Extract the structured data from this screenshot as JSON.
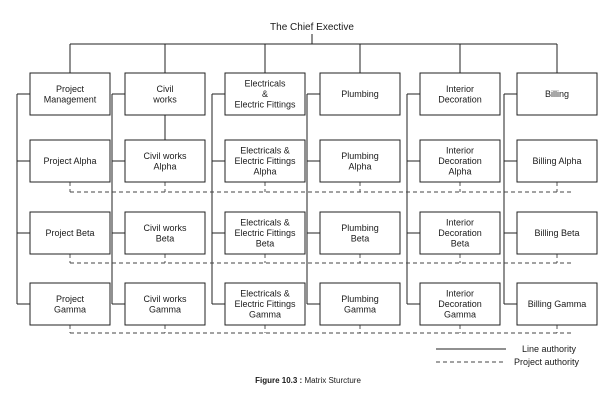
{
  "top": {
    "label": "The Chief Exective"
  },
  "columns": [
    {
      "header": [
        "Project",
        "Management"
      ],
      "rows": [
        [
          "Project Alpha"
        ],
        [
          "Project Beta"
        ],
        [
          "Project",
          "Gamma"
        ]
      ]
    },
    {
      "header": [
        "Civil",
        "works"
      ],
      "rows": [
        [
          "Civil works",
          "Alpha"
        ],
        [
          "Civil works",
          "Beta"
        ],
        [
          "Civil works",
          "Gamma"
        ]
      ]
    },
    {
      "header": [
        "Electricals",
        "&",
        "Electric Fittings"
      ],
      "rows": [
        [
          "Electricals &",
          "Electric Fittings",
          "Alpha"
        ],
        [
          "Electricals &",
          "Electric Fittings",
          "Beta"
        ],
        [
          "Electricals &",
          "Electric Fittings",
          "Gamma"
        ]
      ]
    },
    {
      "header": [
        "Plumbing"
      ],
      "rows": [
        [
          "Plumbing",
          "Alpha"
        ],
        [
          "Plumbing",
          "Beta"
        ],
        [
          "Plumbing",
          "Gamma"
        ]
      ]
    },
    {
      "header": [
        "Interior",
        "Decoration"
      ],
      "rows": [
        [
          "Interior",
          "Decoration",
          "Alpha"
        ],
        [
          "Interior",
          "Decoration",
          "Beta"
        ],
        [
          "Interior",
          "Decoration",
          "Gamma"
        ]
      ]
    },
    {
      "header": [
        "Billing"
      ],
      "rows": [
        [
          "Billing Alpha"
        ],
        [
          "Billing Beta"
        ],
        [
          "Billing Gamma"
        ]
      ]
    }
  ],
  "legend": {
    "line": "Line authority",
    "project": "Project authority"
  },
  "caption": {
    "label": "Figure 10.3 :",
    "text": " Matrix Sturcture"
  }
}
